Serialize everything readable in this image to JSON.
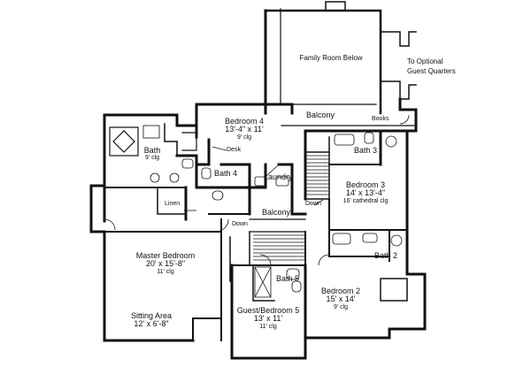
{
  "rooms": {
    "family_room": {
      "name": "Family Room Below"
    },
    "guest_quarters": {
      "line1": "To Optional",
      "line2": "Guest Quarters"
    },
    "balcony_upper": {
      "name": "Balcony"
    },
    "books": {
      "name": "Books"
    },
    "bedroom4": {
      "name": "Bedroom 4",
      "dim": "13'-4\" x 11'",
      "clg": "9' clg"
    },
    "desk": {
      "name": "Desk"
    },
    "bath_master": {
      "name": "Bath",
      "clg": "9' clg"
    },
    "bath4": {
      "name": "Bath 4"
    },
    "laundry": {
      "name": "Laundry"
    },
    "linen": {
      "name": "Linen"
    },
    "bath3": {
      "name": "Bath 3"
    },
    "bedroom3": {
      "name": "Bedroom 3",
      "dim": "14' x 13'-4\"",
      "clg": "16' cathedral clg"
    },
    "down_right": {
      "name": "Down"
    },
    "balcony_center": {
      "name": "Balcony"
    },
    "down_center": {
      "name": "Down"
    },
    "master_bedroom": {
      "name": "Master Bedroom",
      "dim": "20' x 15'-8\"",
      "clg": "11' clg"
    },
    "bath2": {
      "name": "Bath 2"
    },
    "bath5": {
      "name": "Bath 5"
    },
    "bedroom2": {
      "name": "Bedroom 2",
      "dim": "15' x 14'",
      "clg": "9' clg"
    },
    "sitting_area": {
      "name": "Sitting Area",
      "dim": "12' x 6'-8\""
    },
    "guest_bedroom5": {
      "name": "Guest/Bedroom 5",
      "dim": "13' x 11'",
      "clg": "11' clg"
    }
  },
  "colors": {
    "wall": "#111111",
    "background": "#ffffff"
  }
}
